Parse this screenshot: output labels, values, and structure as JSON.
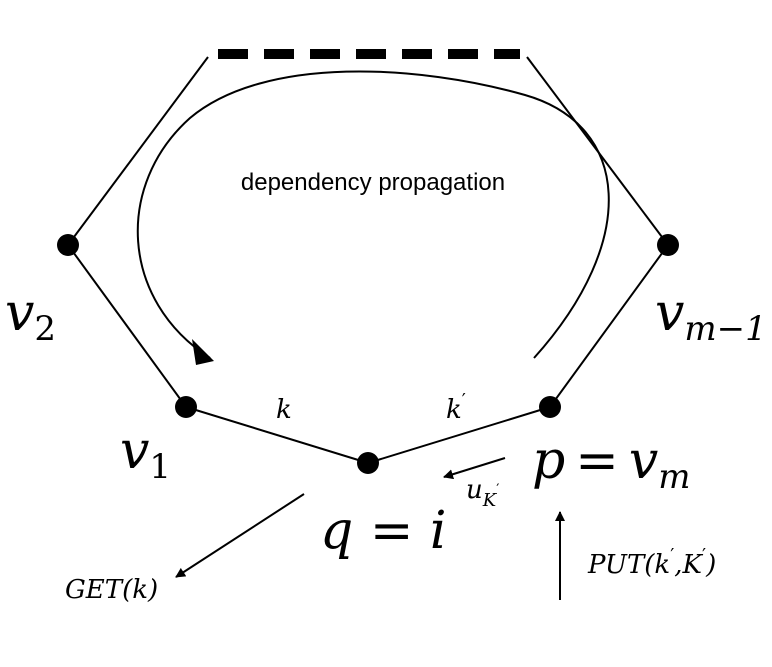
{
  "caption": "dependency propagation",
  "nodes": {
    "v2": {
      "base": "v",
      "sub": "2"
    },
    "v_m_minus_1": {
      "base": "v",
      "sub": "m−1"
    },
    "v1": {
      "base": "v",
      "sub": "1"
    },
    "p": {
      "lhs": "p",
      "eq": "=",
      "base": "v",
      "sub": "m"
    },
    "q": {
      "text": "q = i"
    }
  },
  "edges": {
    "k": "k",
    "k_prime": {
      "base": "k",
      "sup": "′"
    }
  },
  "labels": {
    "u": {
      "base": "u",
      "sub": "K",
      "sup": "′"
    },
    "get": "GET(k)",
    "put": {
      "prefix": "PUT(k",
      "sup1": "′",
      "mid": ",K",
      "sup2": "′",
      "suffix": ")"
    }
  },
  "colors": {
    "stroke": "#000000",
    "background": "#ffffff"
  }
}
